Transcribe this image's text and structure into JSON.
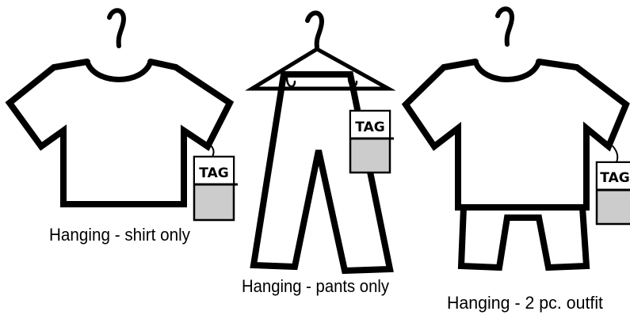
{
  "tag_label": "TAG",
  "tag_fill_color": "#cccccc",
  "panels": [
    {
      "caption": "Hanging - shirt only"
    },
    {
      "caption": "Hanging - pants only"
    },
    {
      "caption": "Hanging - 2 pc. outfit"
    }
  ]
}
